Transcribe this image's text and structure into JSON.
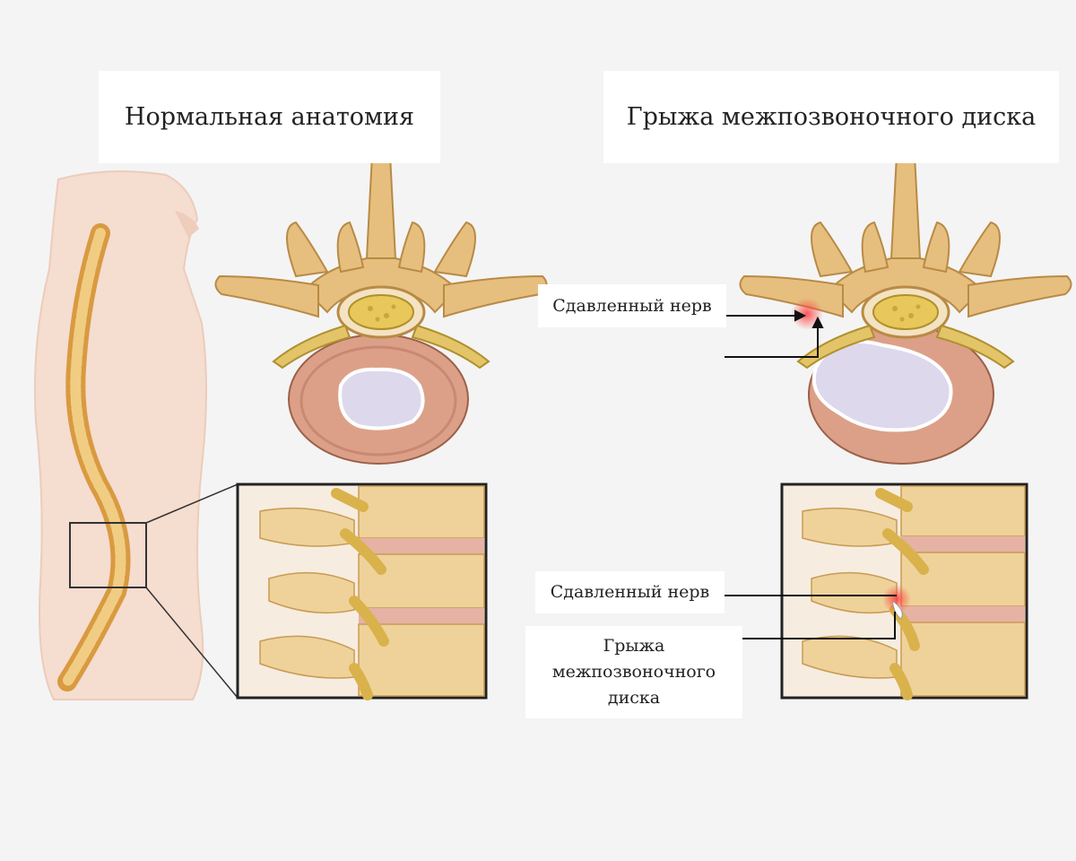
{
  "titles": {
    "normal": "Нормальная анатомия",
    "hernia": "Грыжа межпозвоночного диска"
  },
  "labels": {
    "pinched_nerve_top": "Сдавленный нерв",
    "pinched_nerve_bottom": "Сдавленный нерв",
    "herniated_disc_line1": "Грыжа",
    "herniated_disc_line2": "межпозвоночного",
    "herniated_disc_line3": "диска"
  },
  "colors": {
    "background": "#f4f4f4",
    "bone": "#e6bf7e",
    "bone_shadow": "#b98a45",
    "disc": "#dca088",
    "nucleus": "#ded8ec",
    "nerve": "#d9b24b",
    "body": "#f5ddd0",
    "inflammation": "#ee5a5a"
  }
}
